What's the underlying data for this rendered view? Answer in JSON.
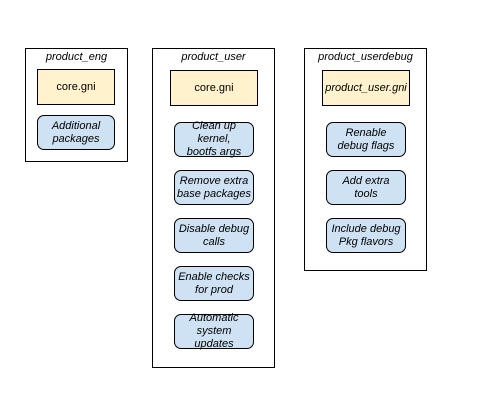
{
  "colors": {
    "config_file_fill": "#fff2cc",
    "step_fill": "#cfe2f3",
    "border": "#000000"
  },
  "groups": {
    "eng": {
      "title": "product_eng",
      "config": "core.gni",
      "steps": [
        "Additional\npackages"
      ]
    },
    "user": {
      "title": "product_user",
      "config": "core.gni",
      "steps": [
        "Clean up kernel,\nbootfs args",
        "Remove extra\nbase packages",
        "Disable debug\ncalls",
        "Enable checks\nfor prod",
        "Automatic\nsystem updates"
      ]
    },
    "userdebug": {
      "title": "product_userdebug",
      "config": "product_user.gni",
      "steps": [
        "Renable\ndebug flags",
        "Add extra\ntools",
        "Include debug\nPkg flavors"
      ]
    }
  }
}
